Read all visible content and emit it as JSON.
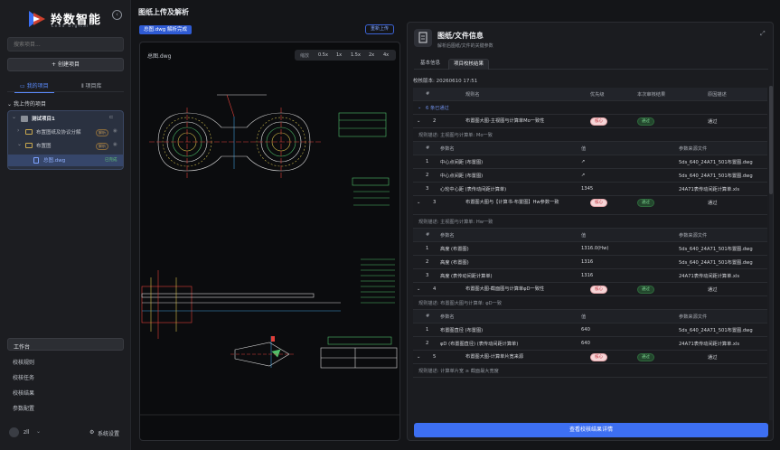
{
  "brand": {
    "name": "羚数智能",
    "tagline": "Lead Digital"
  },
  "sidebar": {
    "search_placeholder": "搜索项目...",
    "create_label": "+ 创建项目",
    "tabs": [
      {
        "label": "我的项目"
      },
      {
        "label": "项目库"
      }
    ],
    "section_title": "我上传的项目",
    "tree": {
      "project": "测试项目1",
      "folders": [
        {
          "label": "布置图纸及协议分解",
          "tag": "解析"
        },
        {
          "label": "布置图",
          "tag": "解析"
        }
      ],
      "file": {
        "label": "总图.dwg",
        "status": "已完成"
      }
    },
    "nav": [
      {
        "label": "工作台"
      },
      {
        "label": "校核规则"
      },
      {
        "label": "校核任务"
      },
      {
        "label": "校核结果"
      },
      {
        "label": "参数配置"
      }
    ],
    "user": {
      "name": "zll",
      "settings_label": "系统设置"
    }
  },
  "main": {
    "title": "图纸上传及解析",
    "status_pill": "总图.dwg 解析完成",
    "reparse_label": "重新上传",
    "viewer": {
      "file_name": "总图.dwg",
      "zoom_label": "缩放",
      "zoom_options": [
        "0.5x",
        "1x",
        "1.5x",
        "2x",
        "4x"
      ]
    }
  },
  "panel": {
    "title": "图纸/文件信息",
    "subtitle": "解析后图纸/文件的关键参数",
    "tabs": [
      {
        "label": "基本信息"
      },
      {
        "label": "项目校核结果"
      }
    ],
    "check_version": "校核版本: 20260610 17:51",
    "table_headers": [
      "#",
      "规则名",
      "优先级",
      "本次审核结果",
      "原因描述"
    ],
    "group": "6 条已通过",
    "sub_headers": [
      "#",
      "参数名",
      "值",
      "参数来源文件"
    ],
    "detail_button": "查看校核结果详情",
    "rules": [
      {
        "index": "2",
        "name": "布置图大图-主视图与计算单Mo一致性",
        "priority": "核心",
        "result": "通过",
        "reason": "通过",
        "note": "规则描述: 主视图与计算单: Mo一致",
        "params": [
          {
            "i": "1",
            "name": "中心点间距 (布置图)",
            "value": "↗",
            "source": "5ds_640_24A71_501布置图.dwg"
          },
          {
            "i": "2",
            "name": "中心点间距 (布置图)",
            "value": "↗",
            "source": "5ds_640_24A71_501布置图.dwg"
          },
          {
            "i": "3",
            "name": "心轮中心距 (表传动间距计算单)",
            "value": "1345",
            "source": "24A71表传动间距计算单.xls"
          }
        ]
      },
      {
        "index": "3",
        "name": "布置图大图与【计算书-布置图】Hw参数一致",
        "priority": "核心",
        "result": "通过",
        "reason": "通过",
        "note": "规则描述: 主视图与计算单: Hw一致",
        "params": [
          {
            "i": "1",
            "name": "高度 (布置图)",
            "value": "1316.0(Hw)",
            "source": "5ds_640_24A71_501布置图.dwg"
          },
          {
            "i": "2",
            "name": "高度 (布置图)",
            "value": "1316",
            "source": "5ds_640_24A71_501布置图.dwg"
          },
          {
            "i": "3",
            "name": "高度 (表传动间距计算单)",
            "value": "1316",
            "source": "24A71表传动间距计算单.xls"
          }
        ]
      },
      {
        "index": "4",
        "name": "布置图大图-截面图与计算单φD一致性",
        "priority": "核心",
        "result": "通过",
        "reason": "通过",
        "note": "规则描述: 布置图大图与计算单: φD一致",
        "params": [
          {
            "i": "1",
            "name": "布置图直径 (布置图)",
            "value": "640",
            "source": "5ds_640_24A71_501布置图.dwg"
          },
          {
            "i": "2",
            "name": "φD (布置图直径) (表传动间距计算单)",
            "value": "640",
            "source": "24A71表传动间距计算单.xls"
          }
        ]
      },
      {
        "index": "5",
        "name": "布置图大图-计算单片宽来源",
        "priority": "核心",
        "result": "通过",
        "reason": "通过",
        "note": "规则描述: 计算单片宽 ≥ 截面最大宽度",
        "params": []
      }
    ]
  }
}
